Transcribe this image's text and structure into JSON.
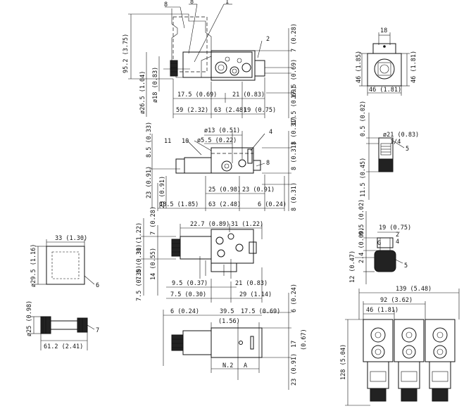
{
  "labels": {
    "p1": "1",
    "p2": "2",
    "p4": "4",
    "p5": "5",
    "p6": "6",
    "p7": "7",
    "p8a": "8",
    "p8b": "8",
    "p8c": "8",
    "p10": "10",
    "p11": "11"
  },
  "top_view": {
    "height_total": "95.2 (3.75)",
    "right_top": "7 (0.28)",
    "right_mid": "17.5 (0.69)",
    "right_bot": "17.5 (0.69)",
    "left_dia": "ø26.5 (1.04)",
    "left_dia2": "ø18 (0.83)",
    "dim_17_5": "17.5 (0.69)",
    "dim_21": "21 (0.83)",
    "dim_59": "59 (2.32)",
    "dim_63": "63 (2.48)",
    "dim_19": "19 (0.75)"
  },
  "front_view": {
    "dia13": "ø13 (0.51)",
    "dia5_5": "ø5.5 (0.22)",
    "left_8_5": "8.5 (0.33)",
    "left_23a": "23 (0.91)",
    "left_23b": "23 (0.91)",
    "right_8a": "8 (0.31)",
    "right_8b": "8 (0.31)",
    "right_8c": "8 (0.31)",
    "dim_25": "25 (0.98)",
    "dim_23": "23 (0.91)",
    "dim_48_5": "48.5 (1.85)",
    "dim_63": "63 (2.48)",
    "dim_6": "6 (0.24)"
  },
  "side_view": {
    "dim_22_7": "22.7 (0.89)",
    "dim_31": "31 (1.22)",
    "left_31": "31 (1.22)",
    "left_7": "7 (0.28)",
    "left_7_5": "7.5 (0.30)",
    "left_14": "14 (0.55)",
    "left_7_5b": "7.5 (0.30)",
    "dim_9_5": "9.5 (0.37)",
    "dim_21": "21 (0.83)",
    "dim_7_5": "7.5 (0.30)",
    "dim_29": "29 (1.14)"
  },
  "bottom_view": {
    "dim_6a": "6 (0.24)",
    "dim_39_5": "39.5",
    "dim_39_5_in": "(1.56)",
    "dim_17_5": "17.5 (0.69)",
    "right_6": "6 (0.24)",
    "right_17": "17",
    "right_17_in": "(0.67)",
    "right_23": "23 (0.91)",
    "note": "N.2",
    "port": "A"
  },
  "solenoid_view": {
    "top": "18",
    "left": "46 (1.85)",
    "right": "46 (1.81)",
    "bottom": "46 (1.81)"
  },
  "port_detail": {
    "top": "0.5 (0.02)",
    "dia": "ø21 (0.83)",
    "thread": "1/4",
    "bottom": "11.5 (0.45)"
  },
  "plug_detail": {
    "dim_19": "19 (0.75)",
    "dim_0_5": "0.5 (0.02)",
    "dim_2": "2",
    "dim_4": "4",
    "dim_2_4": "2.4 (0.09)",
    "dim_12": "12 (0.47)",
    "sym": "G"
  },
  "manifold_view": {
    "total": "139 (5.48)",
    "pitch2": "92 (3.62)",
    "pitch": "46 (1.81)",
    "height": "128 (5.04)"
  },
  "cap_view": {
    "dim_33": "33 (1.30)",
    "dim_29": "ø29.5 (1.16)"
  },
  "nut_view": {
    "dia": "ø25 (0.98)",
    "length": "61.2 (2.41)"
  }
}
